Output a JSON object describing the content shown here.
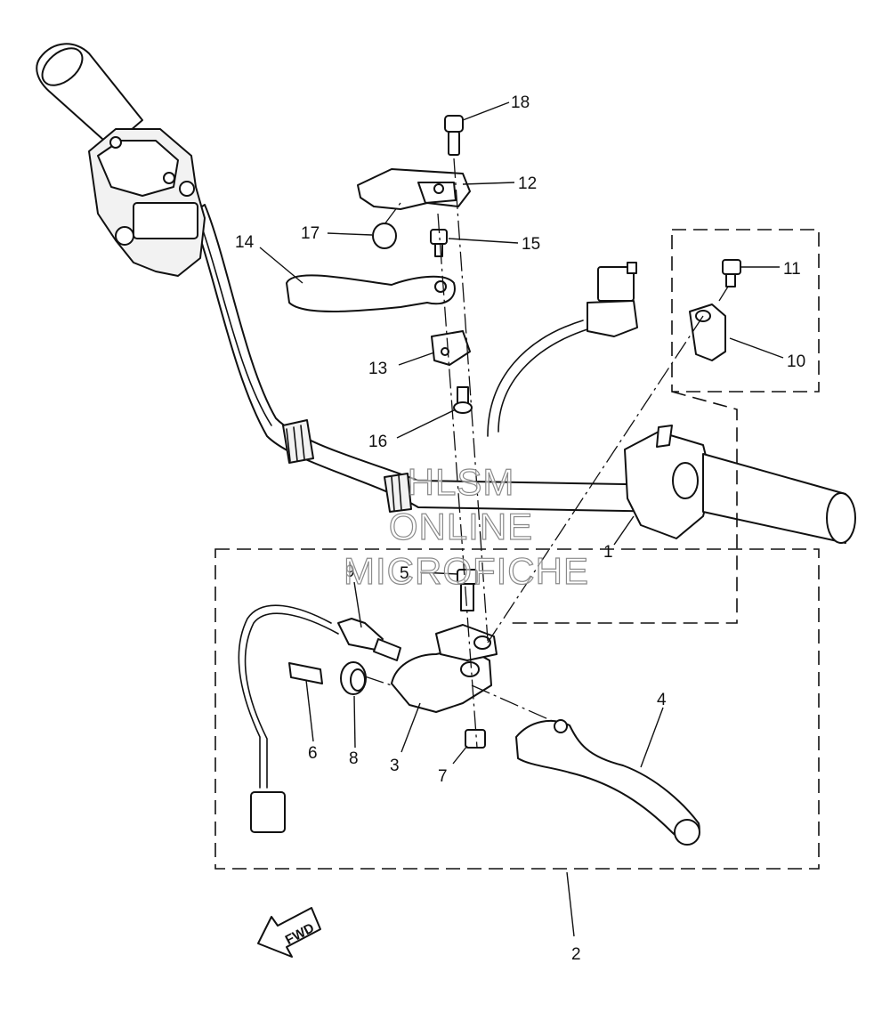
{
  "callouts": {
    "c1": "1",
    "c2": "2",
    "c3": "3",
    "c4": "4",
    "c5": "5",
    "c6": "6",
    "c7": "7",
    "c8": "8",
    "c9": "9",
    "c10": "10",
    "c11": "11",
    "c12": "12",
    "c13": "13",
    "c14": "14",
    "c15": "15",
    "c16": "16",
    "c17": "17",
    "c18": "18"
  },
  "direction_label": "FWD",
  "watermark": {
    "line1": "HLSM",
    "line2": "ONLINE",
    "line3": "MICROFICHE"
  }
}
